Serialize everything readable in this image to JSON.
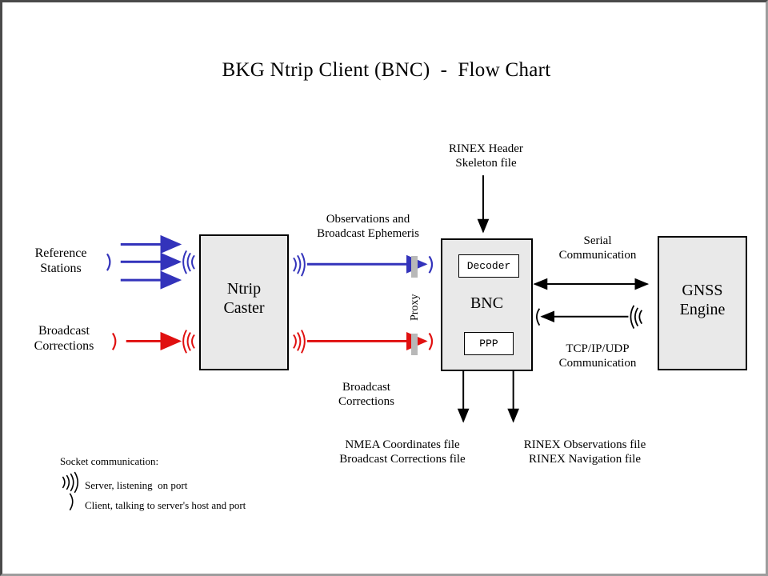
{
  "title": "BKG Ntrip Client (BNC)  -  Flow Chart",
  "colors": {
    "blue": "#3333bb",
    "red": "#e01010",
    "box_fill": "#e9e9e9",
    "box_border": "#000000",
    "proxy_bar": "#b8b8b8",
    "frame_dark": "#4a4a4a",
    "frame_light": "#9d9d9d",
    "background": "#ffffff"
  },
  "boxes": {
    "ntrip_caster": {
      "label_line1": "Ntrip",
      "label_line2": "Caster"
    },
    "bnc": {
      "label": "BNC",
      "decoder": "Decoder",
      "ppp": "PPP"
    },
    "gnss_engine": {
      "label_line1": "GNSS",
      "label_line2": "Engine"
    }
  },
  "sources": {
    "reference_stations": {
      "line1": "Reference",
      "line2": "Stations"
    },
    "broadcast_corrections": {
      "line1": "Broadcast",
      "line2": "Corrections"
    }
  },
  "flows": {
    "observations": {
      "line1": "Observations and",
      "line2": "Broadcast Ephemeris"
    },
    "broadcast_corrections": {
      "line1": "Broadcast",
      "line2": "Corrections"
    },
    "proxy": "Proxy",
    "rinex_header": {
      "line1": "RINEX Header",
      "line2": "Skeleton file"
    },
    "serial": {
      "line1": "Serial",
      "line2": "Communication"
    },
    "tcpip": {
      "line1": "TCP/IP/UDP",
      "line2": "Communication"
    }
  },
  "outputs": {
    "left": {
      "line1": "NMEA Coordinates file",
      "line2": "Broadcast Corrections file"
    },
    "right": {
      "line1": "RINEX Observations file",
      "line2": "RINEX Navigation file"
    }
  },
  "legend": {
    "heading": "Socket communication:",
    "server": "Server, listening  on port",
    "client": "Client, talking to server's host and port",
    "server_icon": "broadcast-waves-icon",
    "client_icon": "paren-arc-icon"
  }
}
